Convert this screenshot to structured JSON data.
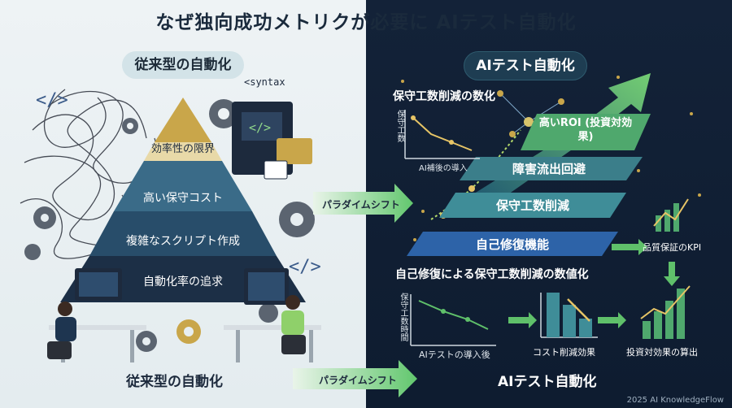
{
  "title": "なぜ独向成功メトリクが必要に AIテスト自動化",
  "left": {
    "header": "従来型の自動化",
    "pyramid": [
      "効率性の限界",
      "高い保守コスト",
      "複雑なスクリプト作成",
      "自動化率の追求"
    ],
    "syntax_label": "<syntax",
    "code_tag": "</>",
    "footer_label": "従来型の自動化"
  },
  "transition": {
    "middle_label": "パラダイムシフト",
    "bottom_label": "パラダイムシフト"
  },
  "right": {
    "header": "AIテスト自動化",
    "top_chart_title": "保守工数削減の数化",
    "top_chart_ylabel": "保守工数",
    "top_chart_xlabel": "AI補後の導入",
    "stages": [
      "自己修復機能",
      "保守工数削減",
      "障害流出回避",
      "高いROI (投資対効果)"
    ],
    "kpi_label": "品質保証のKPI",
    "bottom_title": "自己修復による保守工数削減の数値化",
    "bottom_chart_ylabel": "保守工数時間",
    "bottom_chart_xlabel": "AIテストの導入後",
    "cost_label": "コスト削減効果",
    "roi_label": "投資対効果の算出",
    "footer_label": "AIテスト自動化"
  },
  "credit": "2025 AI KnowledgeFlow",
  "colors": {
    "accent_green": "#7bd96b",
    "navy": "#132238",
    "gold": "#c9a64a"
  }
}
